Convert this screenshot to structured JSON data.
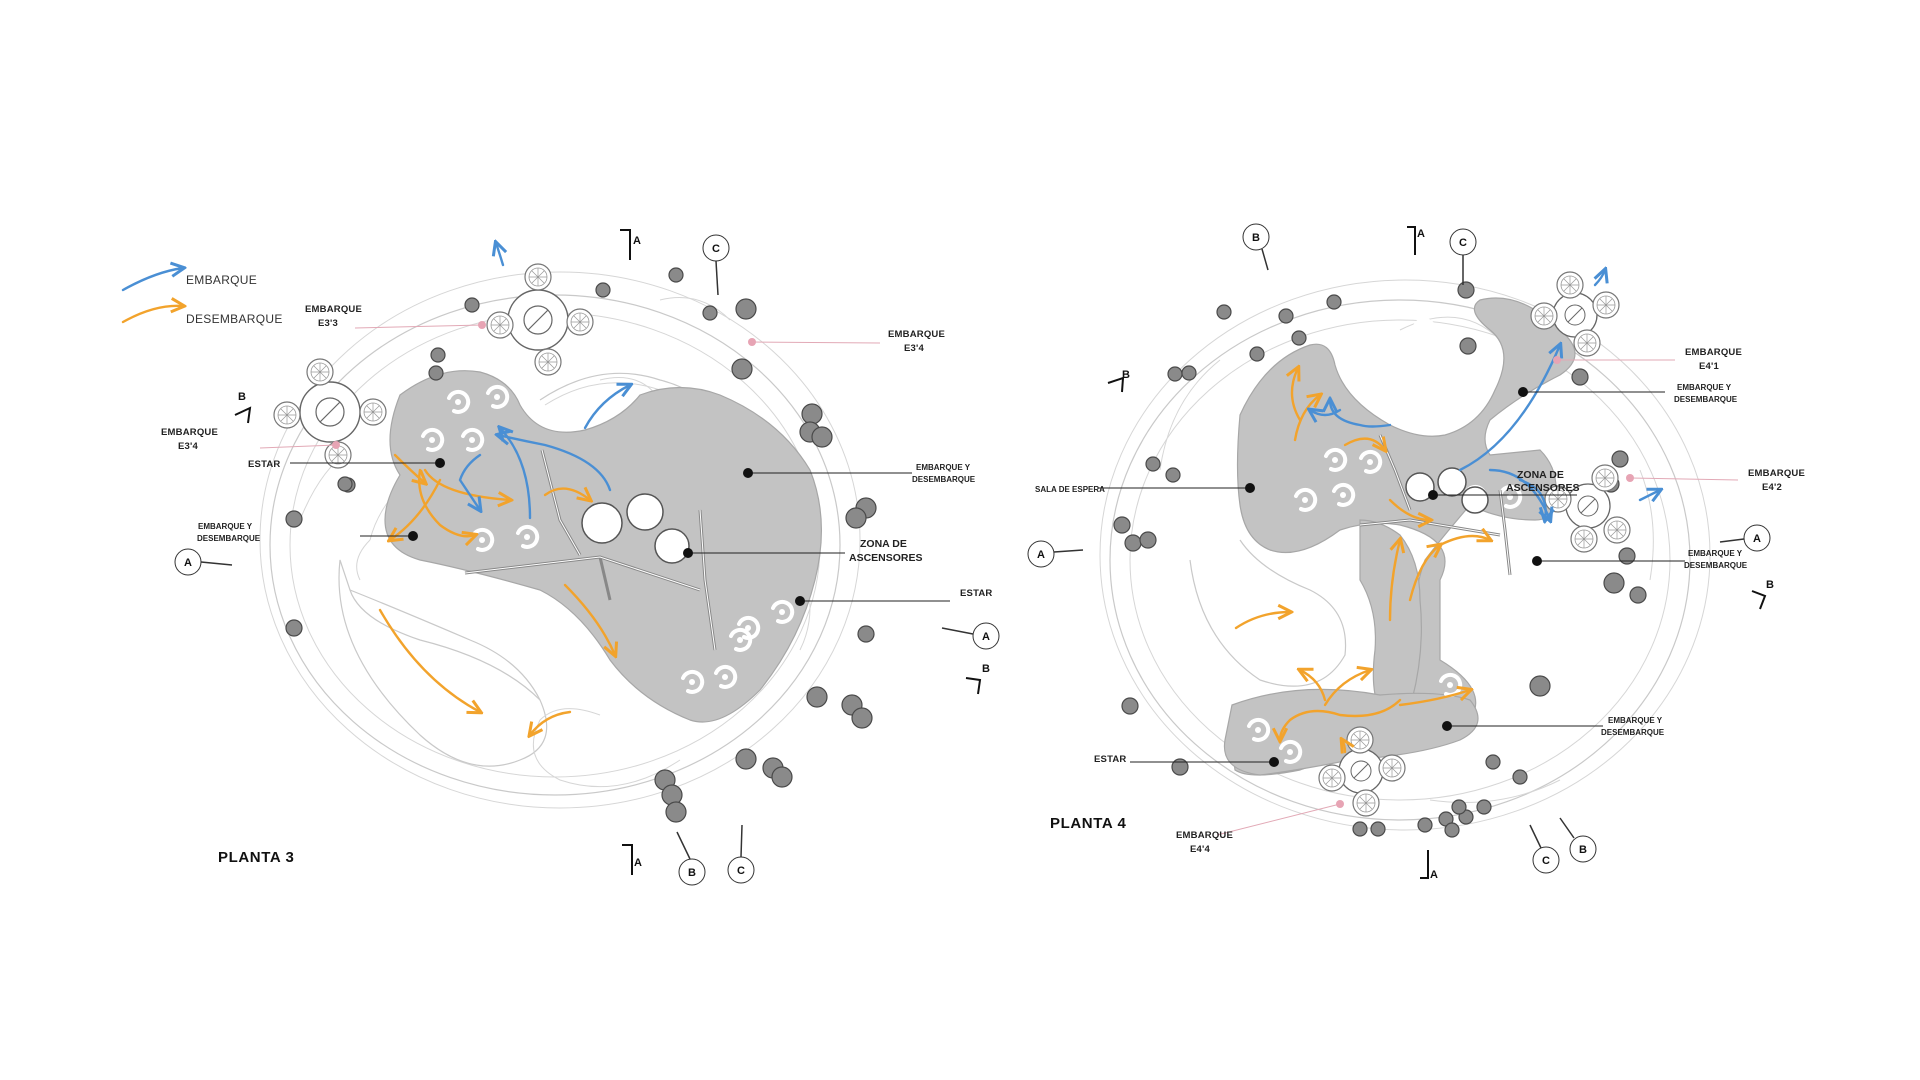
{
  "legend": {
    "embarque": "EMBARQUE",
    "desembarque": "DESEMBARQUE",
    "embarque_color": "#4a8fd4",
    "desembarque_color": "#f2a32c"
  },
  "plan3": {
    "title": "PLANTA 3",
    "labels": {
      "embarque_e33_1": "EMBARQUE",
      "embarque_e33_2": "E3'3",
      "embarque_e34a_1": "EMBARQUE",
      "embarque_e34a_2": "E3'4",
      "embarque_e34b_1": "EMBARQUE",
      "embarque_e34b_2": "E3'4",
      "estar_1": "ESTAR",
      "emb_desemb_left_1": "EMBARQUE Y",
      "emb_desemb_left_2": "DESEMBARQUE",
      "emb_desemb_right_1": "EMBARQUE Y",
      "emb_desemb_right_2": "DESEMBARQUE",
      "zona_1": "ZONA DE",
      "zona_2": "ASCENSORES",
      "estar_2": "ESTAR"
    },
    "section_marks": [
      "A",
      "B",
      "A",
      "C",
      "A",
      "A",
      "B",
      "B",
      "C"
    ]
  },
  "plan4": {
    "title": "PLANTA 4",
    "labels": {
      "embarque_e41_1": "EMBARQUE",
      "embarque_e41_2": "E4'1",
      "emb_desemb_top_1": "EMBARQUE Y",
      "emb_desemb_top_2": "DESEMBARQUE",
      "embarque_e42_1": "EMBARQUE",
      "embarque_e42_2": "E4'2",
      "sala": "SALA DE ESPERA",
      "zona_1": "ZONA DE",
      "zona_2": "ASCENSORES",
      "emb_desemb_mid_1": "EMBARQUE Y",
      "emb_desemb_mid_2": "DESEMBARQUE",
      "emb_desemb_bot_1": "EMBARQUE Y",
      "emb_desemb_bot_2": "DESEMBARQUE",
      "estar": "ESTAR",
      "embarque_e44_1": "EMBARQUE",
      "embarque_e44_2": "E4'4"
    },
    "section_marks": [
      "B",
      "A",
      "C",
      "B",
      "A",
      "A",
      "B",
      "A",
      "C",
      "B"
    ]
  }
}
